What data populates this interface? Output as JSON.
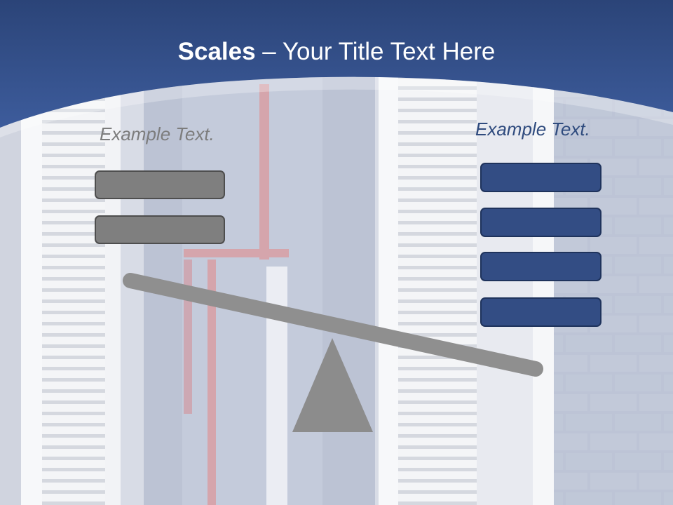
{
  "slide": {
    "title_bold": "Scales",
    "title_rest": " – Your Title Text Here",
    "left_label": "Example Text.",
    "right_label": "Example Text.",
    "left_box_count": 2,
    "right_box_count": 4,
    "colors": {
      "header_blue": "#34538f",
      "left_box_fill": "#7f7f7f",
      "right_box_fill": "#334d84",
      "beam": "#8f8f8f",
      "fulcrum": "#8c8c8c"
    }
  }
}
